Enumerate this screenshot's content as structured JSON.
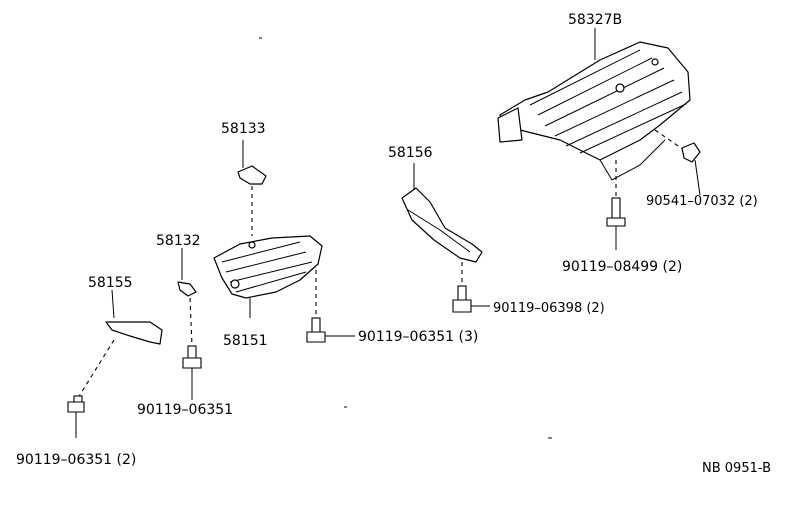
{
  "diagram": {
    "labels": {
      "p58327b": "58327B",
      "p58133": "58133",
      "p58156": "58156",
      "p58132": "58132",
      "p58155": "58155",
      "p58151": "58151",
      "p90541_07032": "90541–07032 (2)",
      "p90119_08499": "90119–08499 (2)",
      "p90119_06398": "90119–06398 (2)",
      "p90119_06351_3": "90119–06351 (3)",
      "p90119_06351": "90119–06351",
      "p90119_06351_2": "90119–06351 (2)",
      "drawing_no": "NB 0951-B"
    }
  }
}
